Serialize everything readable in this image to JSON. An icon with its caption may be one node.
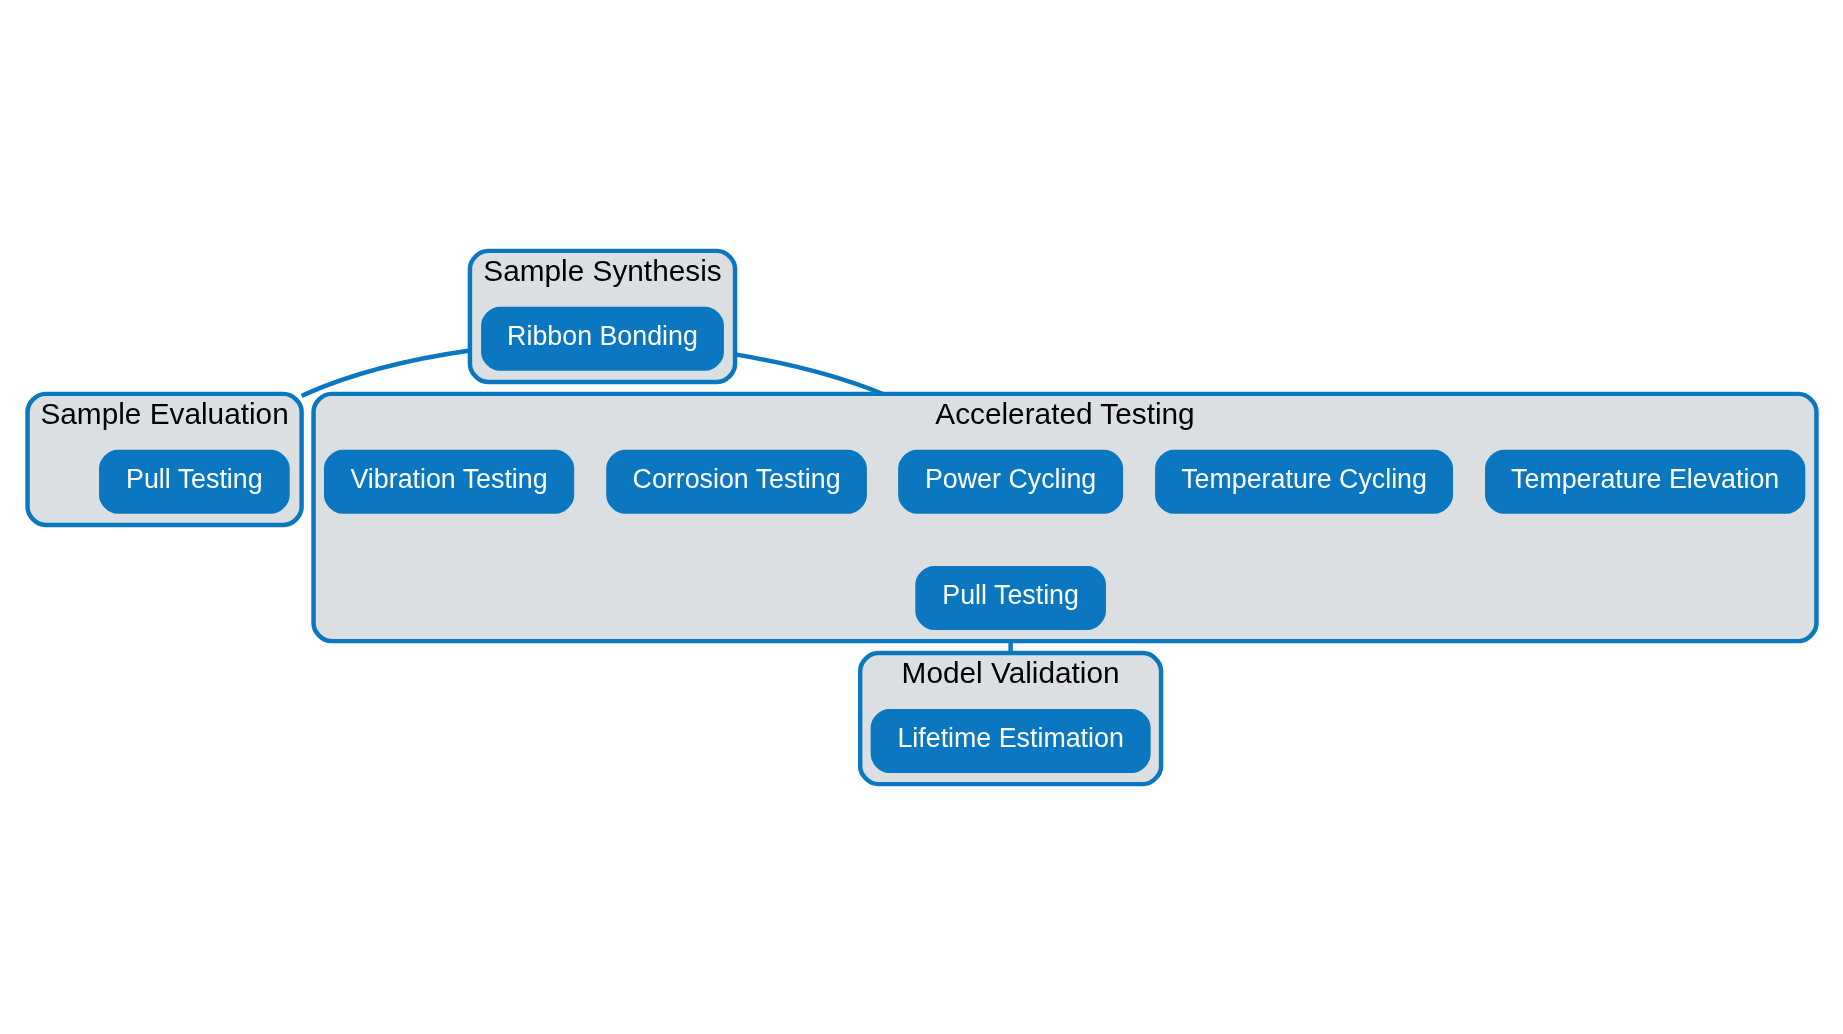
{
  "diagram": {
    "nodes": [
      {
        "text": [
          "Sample Synthesis"
        ]
      },
      {
        "text": [
          "Ribbon Bonding"
        ],
        "in": 0
      },
      {
        "text": [
          "Sample Evaluation"
        ]
      },
      {
        "text": [
          "Pull Testing"
        ],
        "in": 2
      },
      {
        "text": [
          "Accelerated Testing"
        ]
      },
      {
        "text": [
          "Temperature Elevation"
        ],
        "in": 4
      },
      {
        "text": [
          "Temperature Cycling"
        ],
        "in": 4
      },
      {
        "text": [
          "Power Cycling"
        ],
        "in": 4
      },
      {
        "text": [
          "Corrosion Testing"
        ],
        "in": 4
      },
      {
        "text": [
          "Vibration Testing"
        ],
        "in": 4
      },
      {
        "text": [
          "Pull Testing"
        ],
        "in": 4
      },
      {
        "text": [
          "Model Validation"
        ]
      },
      {
        "text": [
          "Lifetime Estimation"
        ],
        "in": 11
      }
    ],
    "edges": [
      {
        "from": 0,
        "to": 2,
        "arrow": "none"
      },
      {
        "from": 0,
        "to": 4,
        "arrow": "none"
      },
      {
        "from": 4,
        "to": 11,
        "arrow": "none"
      }
    ]
  }
}
